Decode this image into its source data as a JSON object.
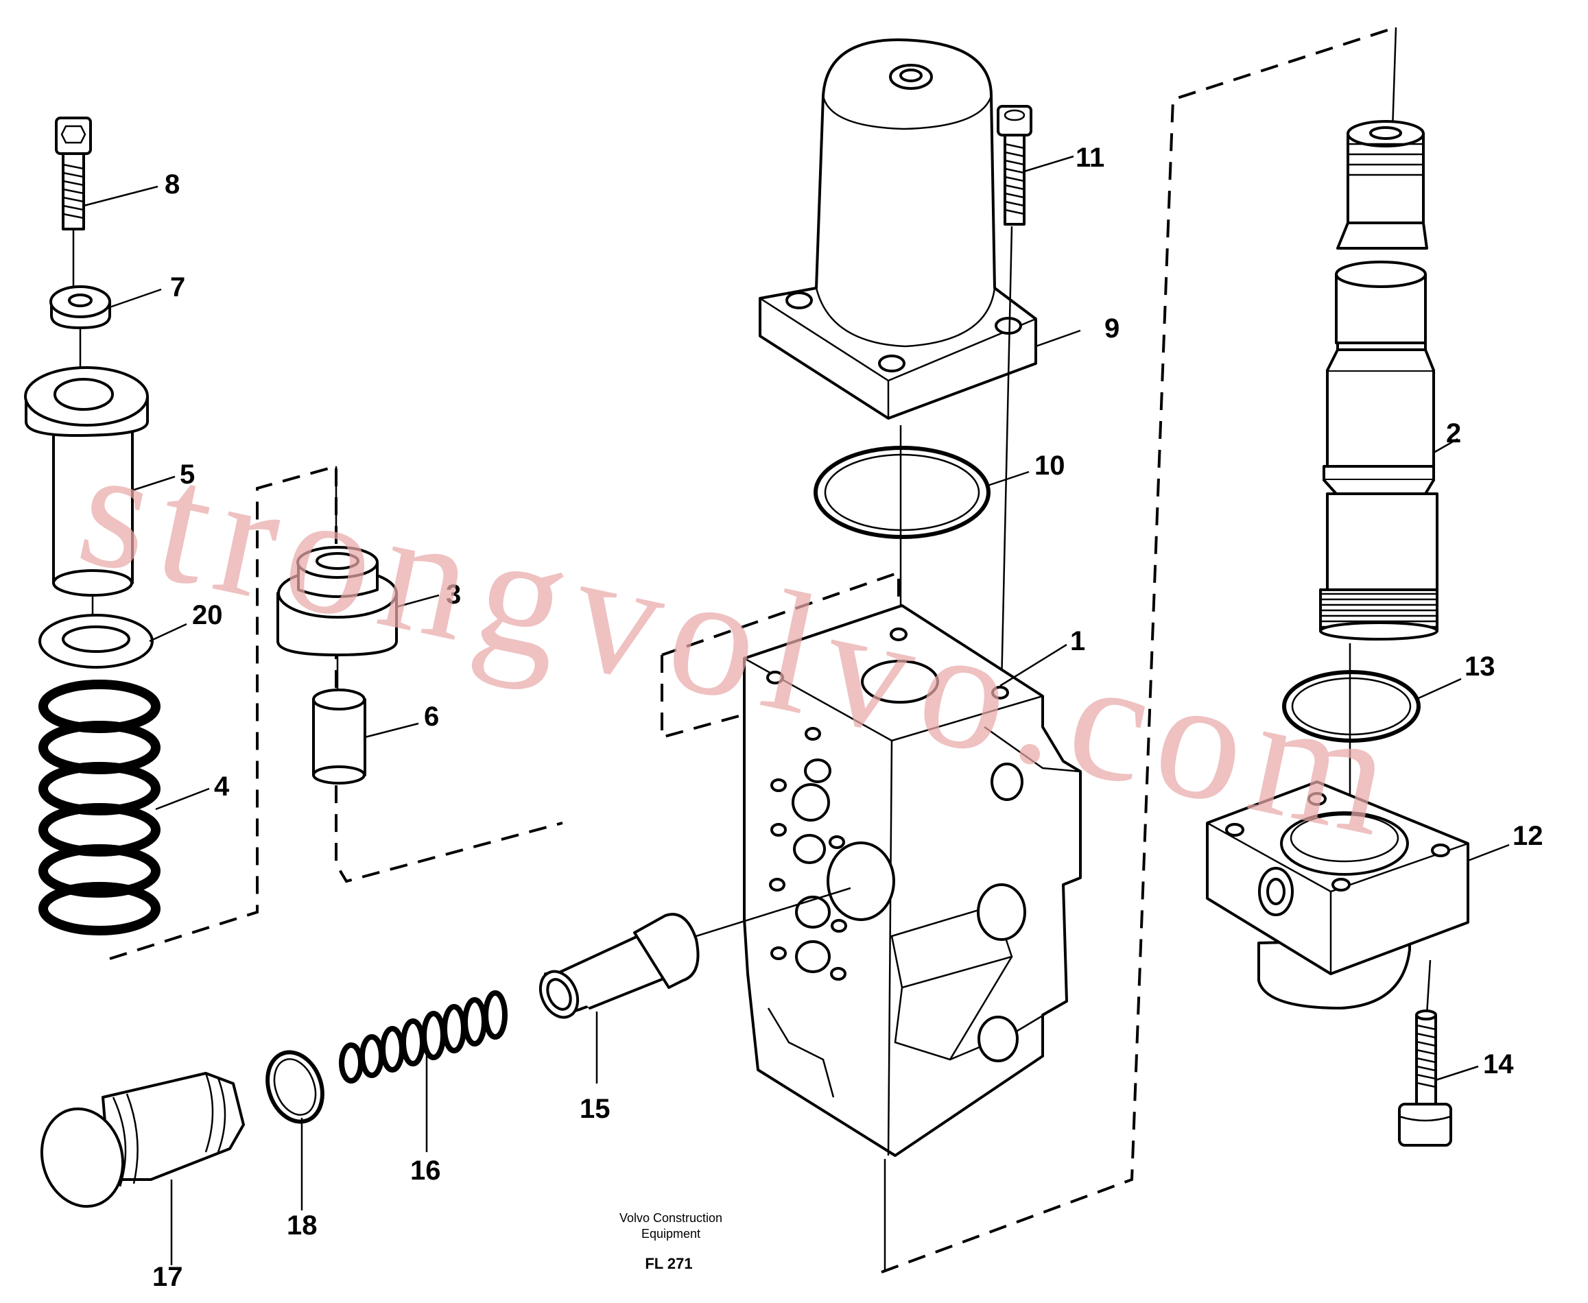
{
  "callouts": {
    "c1": "1",
    "c2": "2",
    "c3": "3",
    "c4": "4",
    "c5": "5",
    "c6": "6",
    "c7": "7",
    "c8": "8",
    "c9": "9",
    "c10": "10",
    "c11": "11",
    "c12": "12",
    "c13": "13",
    "c14": "14",
    "c15": "15",
    "c16": "16",
    "c17": "17",
    "c18": "18",
    "c20": "20"
  },
  "caption": {
    "line1": "Volvo Construction",
    "line2": "Equipment",
    "code": "FL 271"
  },
  "watermark": "strongvolvo.com"
}
